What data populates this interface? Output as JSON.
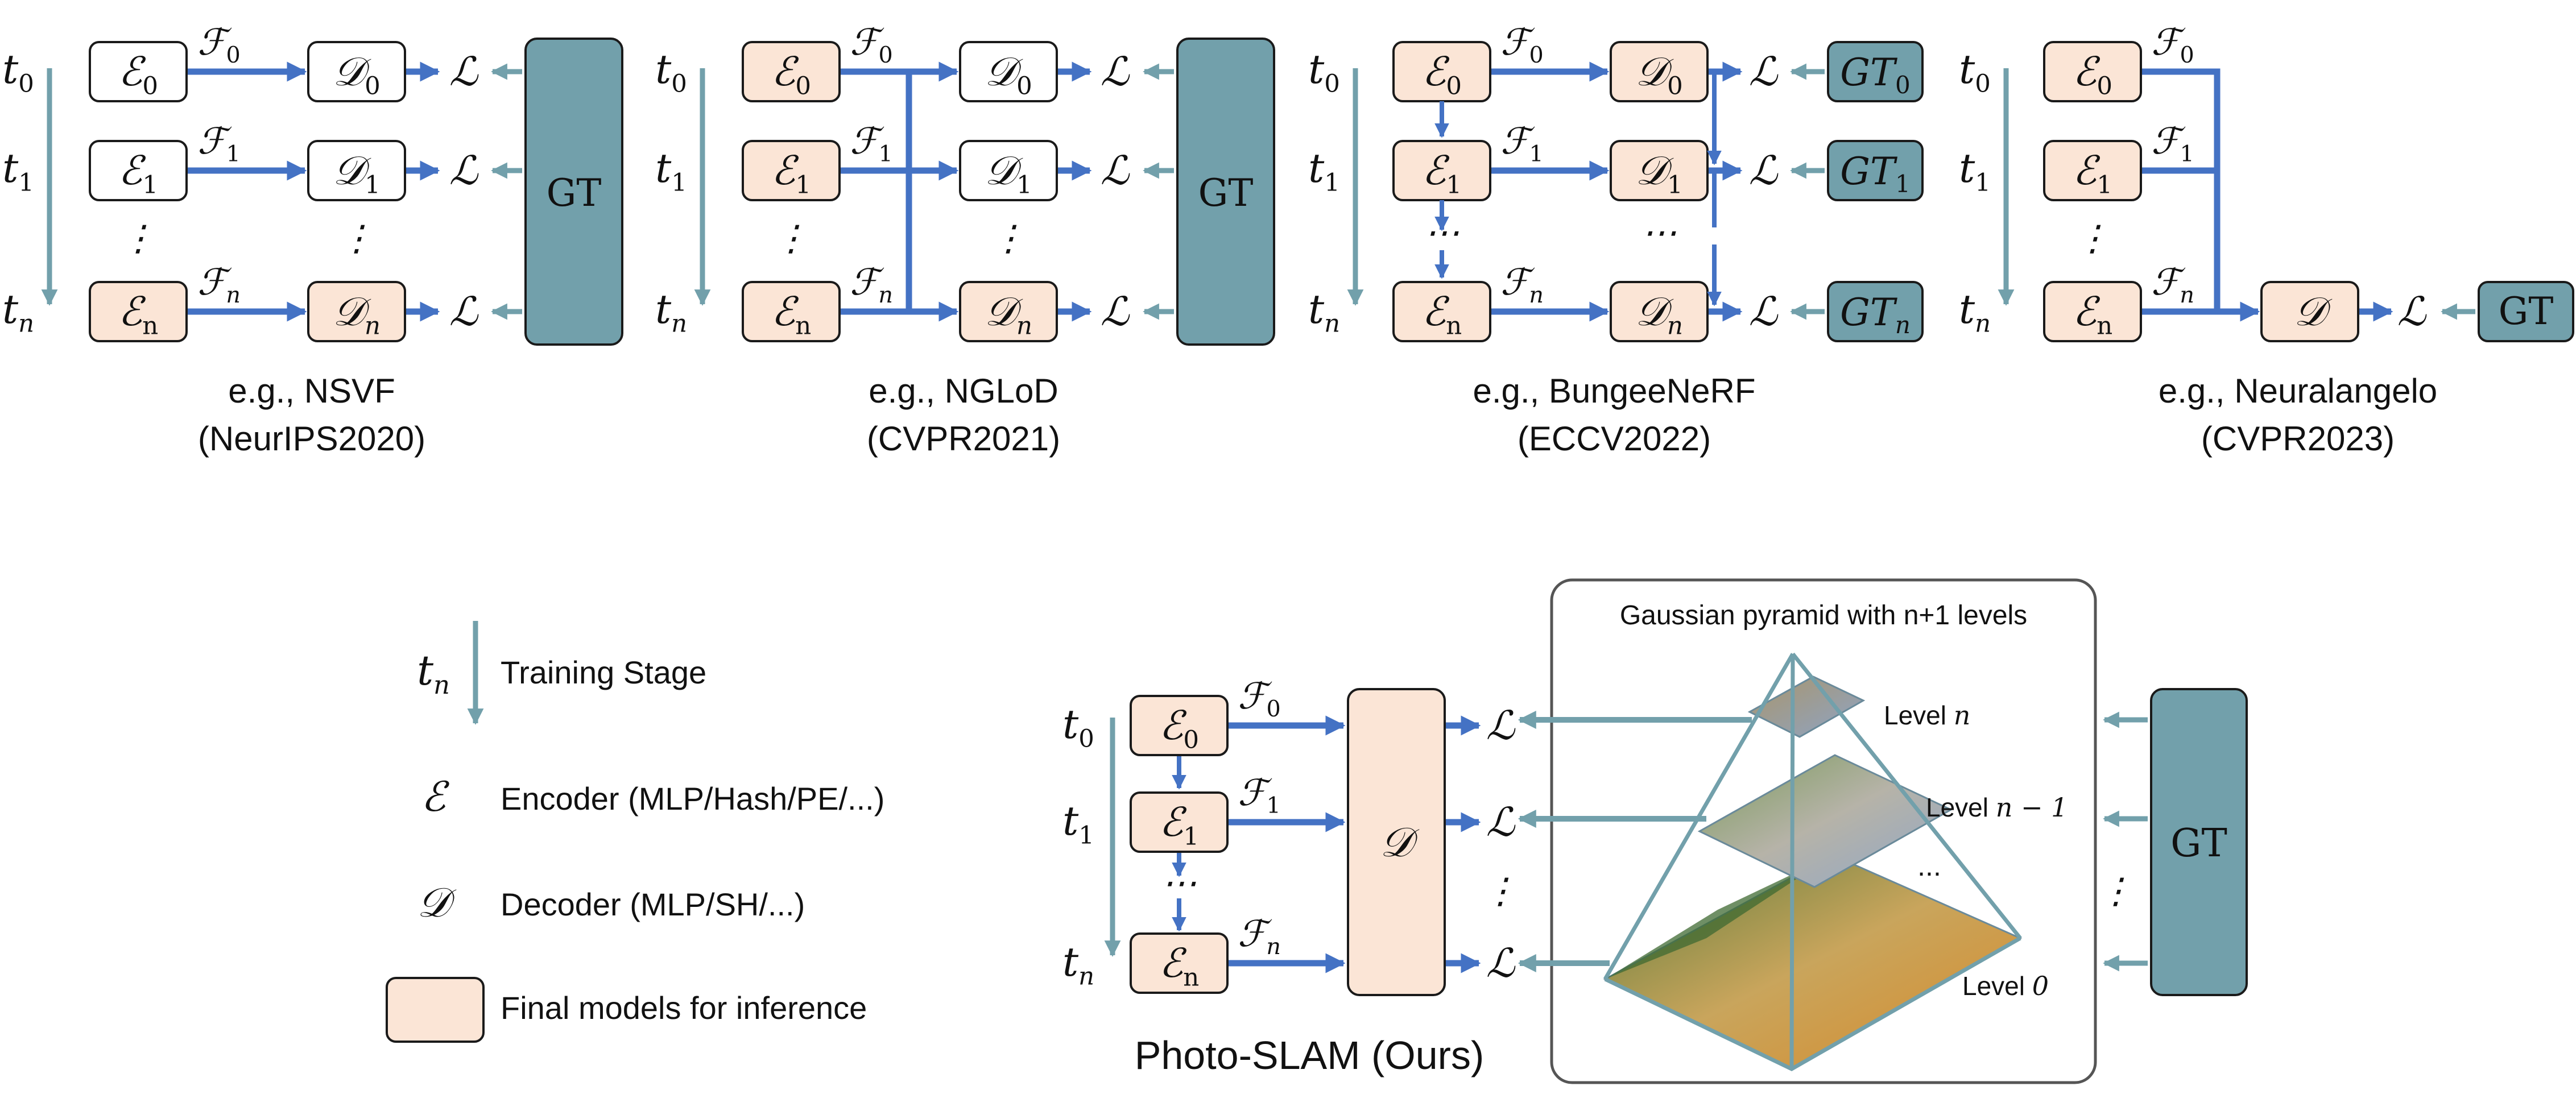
{
  "colors": {
    "final_model_fill": "#fbe5d6",
    "white_box_fill": "#ffffff",
    "gt_fill": "#72a0ab",
    "blue_arrow": "#4472c4",
    "teal_arrow": "#72a0ab",
    "box_stroke": "#1a1a1a"
  },
  "symbols": {
    "t0": "t",
    "t0_sub": "0",
    "t1": "t",
    "t1_sub": "1",
    "tn": "t",
    "tn_sub": "n",
    "loss": "ℒ",
    "enc": "ℰ",
    "dec": "𝒟",
    "feat": "ℱ",
    "sub_0": "0",
    "sub_1": "1",
    "sub_n": "n",
    "sub_n_roman": "n",
    "vdots": "⋮",
    "cdots": "⋯"
  },
  "panels": [
    {
      "caption_line1": "e.g., NSVF",
      "caption_line2": "(NeurIPS2020)",
      "gt_label": "GT"
    },
    {
      "caption_line1": "e.g., NGLoD",
      "caption_line2": "(CVPR2021)",
      "gt_label": "GT"
    },
    {
      "caption_line1": "e.g., BungeeNeRF",
      "caption_line2": "(ECCV2022)",
      "gt_labels": [
        "GT",
        "GT",
        "GT"
      ]
    },
    {
      "caption_line1": "e.g., Neuralangelo",
      "caption_line2": "(CVPR2023)",
      "gt_label": "GT"
    }
  ],
  "legend": {
    "training_stage": "Training Stage",
    "encoder": "Encoder (MLP/Hash/PE/...)",
    "decoder": "Decoder (MLP/SH/...)",
    "final_models": "Final models for inference"
  },
  "ours": {
    "caption": "Photo-SLAM (Ours)",
    "pyramid_title": "Gaussian pyramid with n+1 levels",
    "level_n": "Level",
    "level_n_var": "n",
    "level_n1": "Level",
    "level_n1_var": "n − 1",
    "level_0": "Level",
    "level_0_var": "0",
    "gt_label": "GT",
    "dots": "..."
  }
}
